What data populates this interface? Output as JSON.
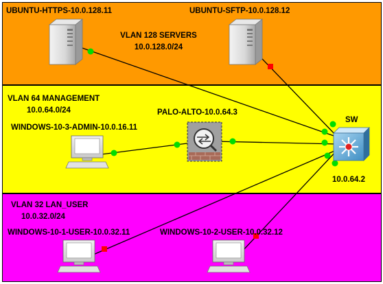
{
  "zones": [
    {
      "name": "VLAN 128 SERVERS",
      "subnet": "10.0.128.0/24",
      "color": "#ff9900"
    },
    {
      "name": "VLAN 64 MANAGEMENT",
      "subnet": "10.0.64.0/24",
      "color": "#ffff00"
    },
    {
      "name": "VLAN 32 LAN_USER",
      "subnet": "10.0.32.0/24",
      "color": "#ff00ff"
    }
  ],
  "nodes": {
    "https_server": {
      "label": "UBUNTU-HTTPS-10.0.128.11",
      "icon": "server-tower-icon"
    },
    "sftp_server": {
      "label": "UBUNTU-SFTP-10.0.128.12",
      "icon": "server-tower-icon"
    },
    "admin_pc": {
      "label": "WINDOWS-10-3-ADMIN-10.0.16.11",
      "icon": "workstation-icon"
    },
    "firewall": {
      "label": "PALO-ALTO-10.0.64.3",
      "icon": "firewall-icon"
    },
    "switch": {
      "label": "SW",
      "ip": "10.0.64.2",
      "icon": "layer3-switch-icon"
    },
    "user1_pc": {
      "label": "WINDOWS-10-1-USER-10.0.32.11",
      "icon": "workstation-icon"
    },
    "user2_pc": {
      "label": "WINDOWS-10-2-USER-10.0.32.12",
      "icon": "workstation-icon"
    }
  },
  "colors": {
    "link_up": "#00dd00",
    "link_down": "#ff0000"
  }
}
